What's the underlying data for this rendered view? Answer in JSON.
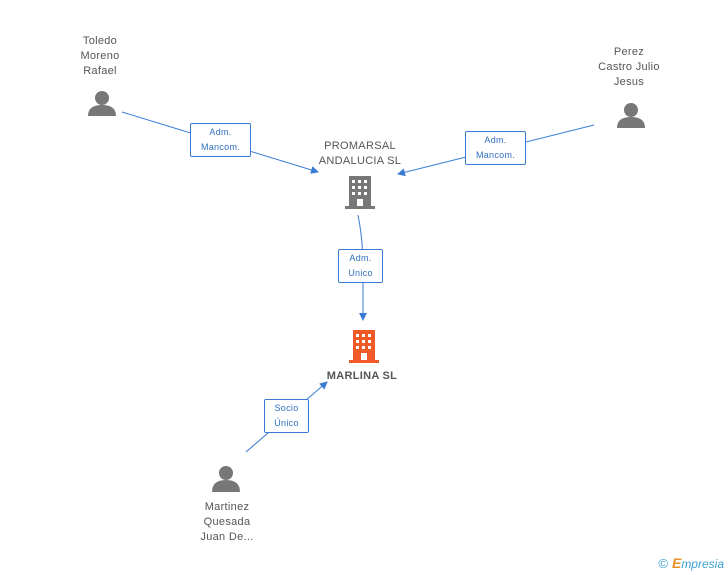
{
  "nodes": {
    "toledo": {
      "lines": [
        "Toledo",
        "Moreno",
        "Rafael"
      ],
      "type": "person"
    },
    "perez": {
      "lines": [
        "Perez",
        "Castro Julio",
        "Jesus"
      ],
      "type": "person"
    },
    "promarsal": {
      "lines": [
        "PROMARSAL",
        "ANDALUCIA SL"
      ],
      "type": "company"
    },
    "marlina": {
      "label": "MARLINA SL",
      "type": "company-main"
    },
    "martinez": {
      "lines": [
        "Martinez",
        "Quesada",
        "Juan De..."
      ],
      "type": "person"
    }
  },
  "edges": [
    {
      "from": "toledo",
      "to": "promarsal",
      "lines": [
        "Adm.",
        "Mancom."
      ]
    },
    {
      "from": "perez",
      "to": "promarsal",
      "lines": [
        "Adm.",
        "Mancom."
      ]
    },
    {
      "from": "promarsal",
      "to": "marlina",
      "lines": [
        "Adm.",
        "Unico"
      ]
    },
    {
      "from": "martinez",
      "to": "marlina",
      "lines": [
        "Socio",
        "Único"
      ]
    }
  ],
  "colors": {
    "edge": "#3a7bd5",
    "person_icon": "#777777",
    "company_icon": "#777777",
    "main_company_icon": "#f05a28"
  },
  "brand": {
    "copyright_symbol": "©",
    "initial": "E",
    "rest": "mpresia"
  }
}
